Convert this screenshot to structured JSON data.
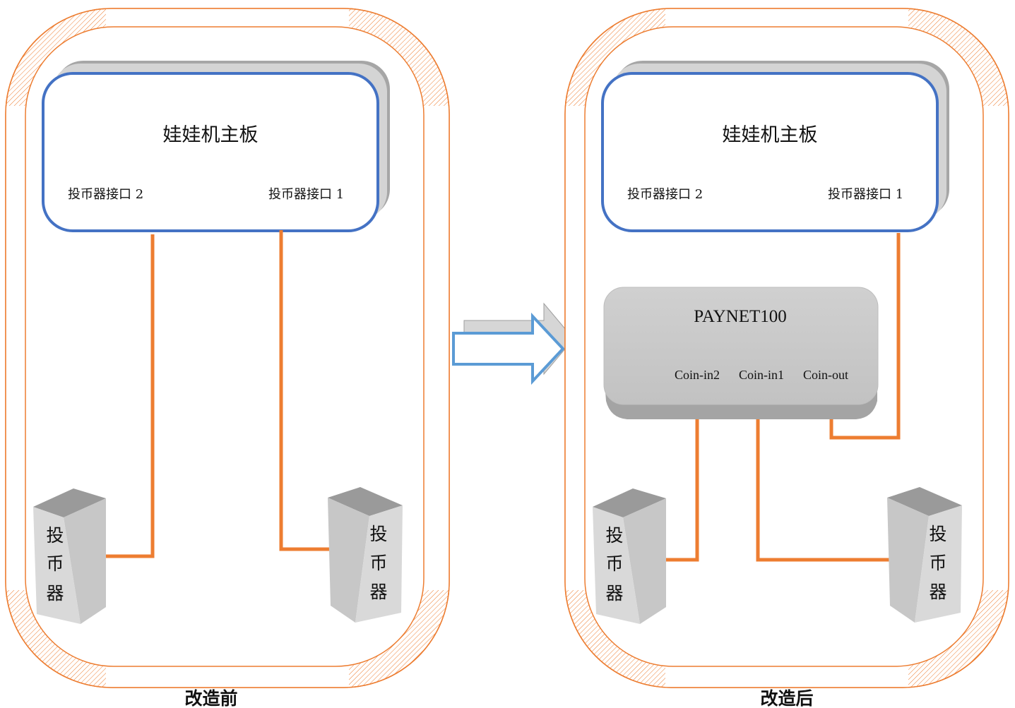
{
  "before": {
    "board_label": "娃娃机主板",
    "port2_label": "投币器接口 2",
    "port1_label": "投币器接口 1",
    "acceptor_left_chars": [
      "投",
      "币",
      "器"
    ],
    "acceptor_right_chars": [
      "投",
      "币",
      "器"
    ],
    "caption": "改造前"
  },
  "after": {
    "board_label": "娃娃机主板",
    "port2_label": "投币器接口 2",
    "port1_label": "投币器接口 1",
    "device_label": "PAYNET100",
    "pins": [
      "Coin-in2",
      "Coin-in1",
      "Coin-out"
    ],
    "acceptor_left_chars": [
      "投",
      "币",
      "器"
    ],
    "acceptor_right_chars": [
      "投",
      "币",
      "器"
    ],
    "caption": "改造后"
  },
  "colors": {
    "wire": "#ED7D31",
    "board_border": "#4472C4",
    "arrow": "#5B9BD5",
    "frame": "#ED7D31",
    "device_fill": "#C9C9C9",
    "acceptor_fill": "#D9D9D9"
  }
}
